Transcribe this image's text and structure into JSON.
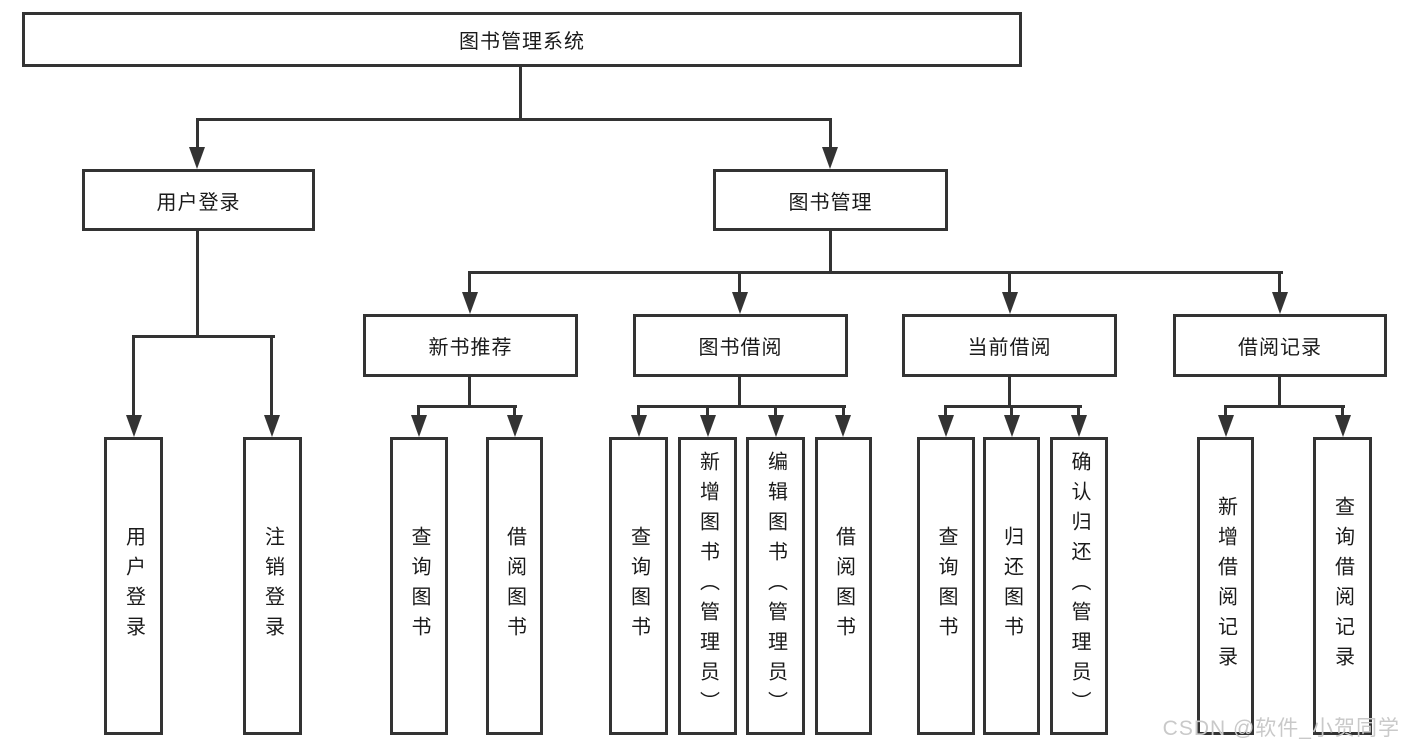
{
  "tree": {
    "root": "图书管理系统",
    "user_login": {
      "label": "用户登录",
      "children": [
        "用户登录",
        "注销登录"
      ]
    },
    "book_mgmt": {
      "label": "图书管理"
    },
    "new_book": {
      "label": "新书推荐",
      "children": [
        "查询图书",
        "借阅图书"
      ]
    },
    "book_borrow": {
      "label": "图书借阅",
      "children": [
        "查询图书",
        "新增图书（管理员）",
        "编辑图书（管理员）",
        "借阅图书"
      ]
    },
    "current_borrow": {
      "label": "当前借阅",
      "children": [
        "查询图书",
        "归还图书",
        "确认归还（管理员）"
      ]
    },
    "borrow_record": {
      "label": "借阅记录",
      "children": [
        "新增借阅记录",
        "查询借阅记录"
      ]
    }
  },
  "watermark": "CSDN @软件_小贺同学",
  "colors": {
    "line": "#333333",
    "text": "#1a1a1a",
    "watermark": "#c9c9c9",
    "background": "#ffffff"
  }
}
